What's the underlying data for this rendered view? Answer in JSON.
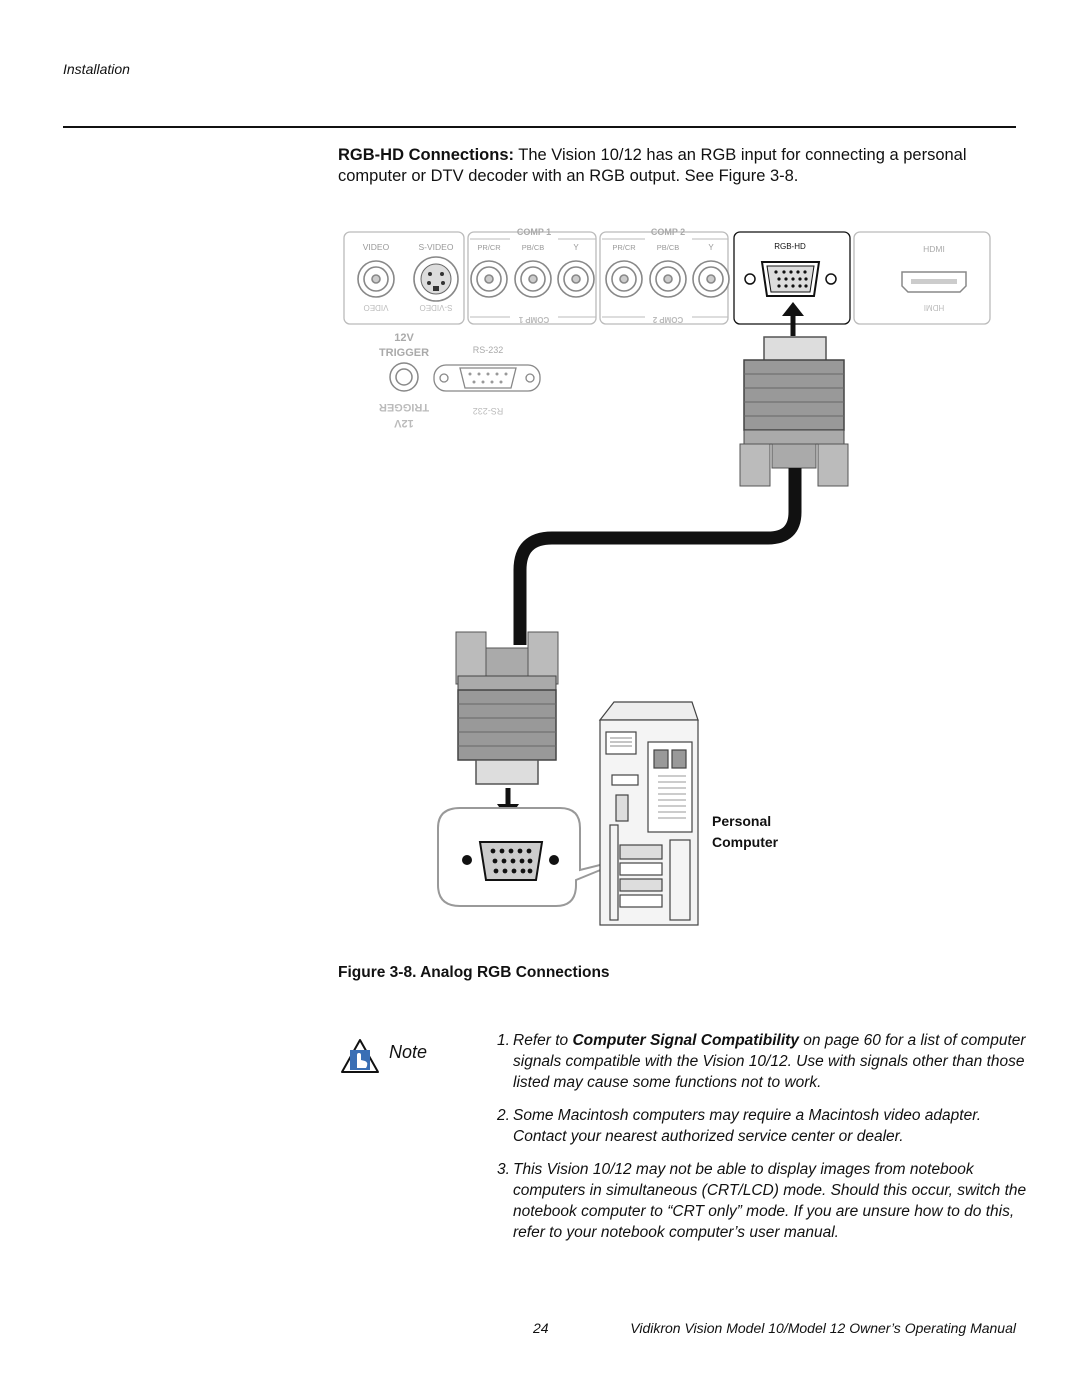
{
  "header": {
    "section": "Installation"
  },
  "intro": {
    "lead": "RGB-HD Connections:",
    "text": " The Vision 10/12 has an RGB input for connecting a personal computer or DTV decoder with an RGB output. See Figure 3-8."
  },
  "figure": {
    "panel_labels": {
      "comp1": "COMP 1",
      "comp2": "COMP 2",
      "video": "VIDEO",
      "svideo": "S-VIDEO",
      "pr": "PR/CR",
      "pb": "PB/CB",
      "y": "Y",
      "rgbhd": "RGB-HD",
      "hdmi": "HDMI",
      "volt": "12V",
      "trigger": "TRIGGER",
      "rs232": "RS-232"
    },
    "pc_label_1": "Personal",
    "pc_label_2": "Computer"
  },
  "caption": "Figure 3-8. Analog RGB Connections",
  "note": {
    "label": "Note",
    "items": [
      {
        "num": "1.",
        "pre": "Refer to ",
        "bold": "Computer Signal Compatibility",
        "post": " on page 60 for a list of computer signals compatible with the Vision 10/12. Use with signals other than those listed may cause some functions not to work."
      },
      {
        "num": "2.",
        "text": "Some Macintosh computers may require a Macintosh video adapter. Contact your nearest authorized service center or dealer."
      },
      {
        "num": "3.",
        "text": "This Vision 10/12 may not be able to display images from notebook computers in simultaneous (CRT/LCD) mode. Should this occur, switch the notebook computer to “CRT only” mode. If you are unsure how to do this, refer to your notebook computer’s user manual."
      }
    ]
  },
  "footer": {
    "page": "24",
    "title": "Vidikron Vision Model 10/Model 12 Owner’s Operating Manual"
  }
}
